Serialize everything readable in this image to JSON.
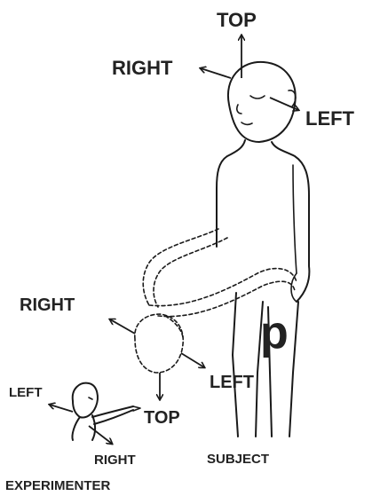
{
  "head_labels": {
    "top": "TOP",
    "right": "RIGHT",
    "left": "LEFT"
  },
  "hand_labels": {
    "right": "RIGHT",
    "left": "LEFT",
    "top": "TOP"
  },
  "experimenter_labels": {
    "left": "LEFT",
    "right": "RIGHT",
    "name": "EXPERIMENTER"
  },
  "subject_label": "SUBJECT",
  "letter": "p"
}
